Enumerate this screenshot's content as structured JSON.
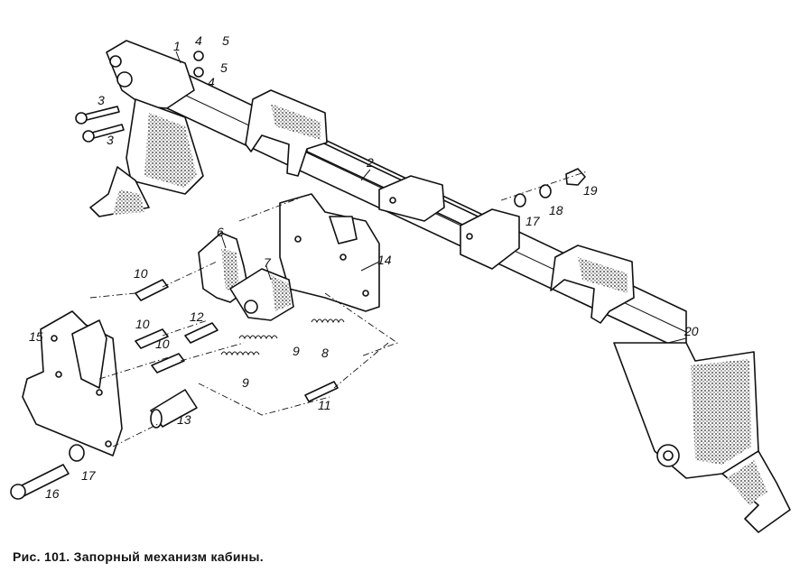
{
  "caption": "Рис. 101. Запорный механизм кабины.",
  "callouts": {
    "c1": "1",
    "c2": "2",
    "c3a": "3",
    "c3b": "3",
    "c4a": "4",
    "c4b": "4",
    "c5a": "5",
    "c5b": "5",
    "c6": "6",
    "c7": "7",
    "c8": "8",
    "c9a": "9",
    "c9b": "9",
    "c10a": "10",
    "c10b": "10",
    "c10c": "10",
    "c11": "11",
    "c12": "12",
    "c13": "13",
    "c14": "14",
    "c15": "15",
    "c16": "16",
    "c17a": "17",
    "c17b": "17",
    "c18": "18",
    "c19": "19",
    "c20": "20"
  }
}
